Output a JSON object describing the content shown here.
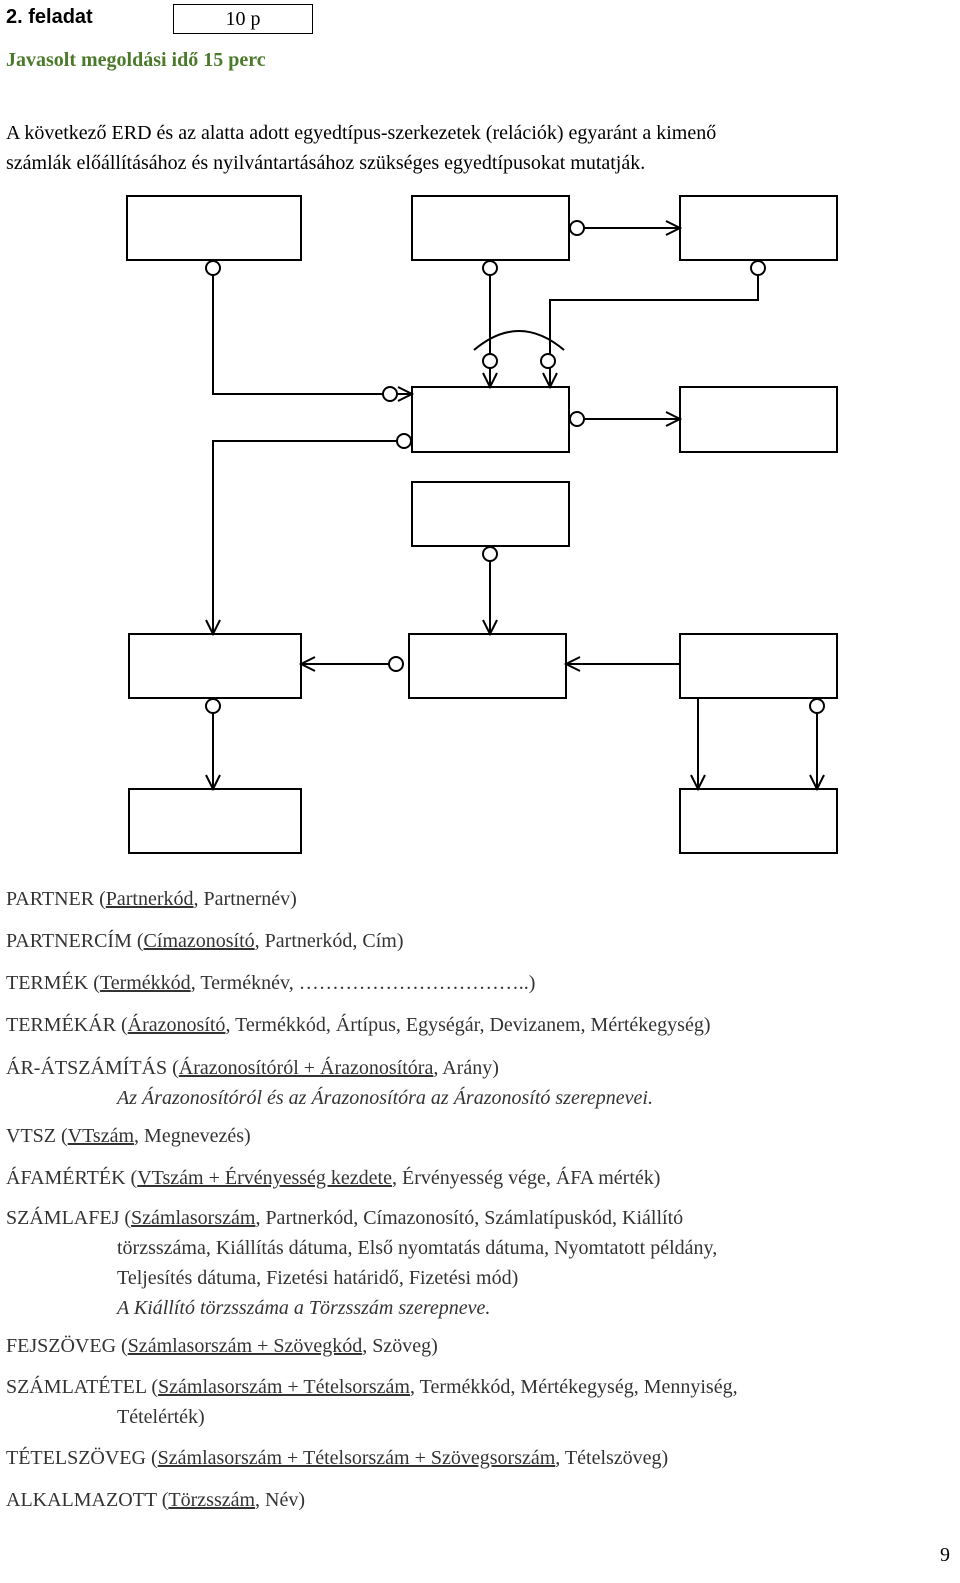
{
  "header": {
    "task_label": "2. feladat",
    "points": "10 p",
    "suggested_time": "Javasolt megoldási idő 15 perc"
  },
  "intro": {
    "line1": "A következő ERD és az alatta adott egyedtípus-szerkezetek (relációk) egyaránt a kimenő",
    "line2": "számlák előállításához és nyilvántartásához szükséges egyedtípusokat mutatják."
  },
  "relations": [
    {
      "name": "PARTNER",
      "keys": "Partnerkód",
      "rest": ", Partnernév)"
    },
    {
      "name": "PARTNERCÍM",
      "keys": "Címazonosító",
      "rest": ", Partnerkód, Cím)"
    },
    {
      "name": "TERMÉK",
      "keys": "Termékkód",
      "rest": ", Terméknév, ……………………………..)"
    },
    {
      "name": "TERMÉKÁR",
      "keys": "Árazonosító",
      "rest": ", Termékkód, Ártípus, Egységár, Devizanem, Mértékegység)"
    },
    {
      "name": "ÁR-ÁTSZÁMÍTÁS",
      "keys": "Árazonosítóról + Árazonosítóra",
      "rest": ", Arány)",
      "note": "Az Árazonosítóról és az Árazonosítóra az Árazonosító szerepnevei."
    },
    {
      "name": "VTSZ",
      "keys": "VTszám",
      "rest": ", Megnevezés)"
    },
    {
      "name": "ÁFAMÉRTÉK",
      "keys": "VTszám + Érvényesség kezdete",
      "rest": ", Érvényesség vége, ÁFA mérték)"
    },
    {
      "name": "SZÁMLAFEJ",
      "keys": "Számlasorszám",
      "rest": ", Partnerkód, Címazonosító, Számlatípuskód, Kiállító",
      "cont1": "törzsszáma, Kiállítás dátuma, Első nyomtatás dátuma, Nyomtatott példány,",
      "cont2": "Teljesítés dátuma, Fizetési határidő, Fizetési mód)",
      "note": "A Kiállító törzsszáma a Törzsszám szerepneve."
    },
    {
      "name": "FEJSZÖVEG",
      "keys": "Számlasorszám + Szövegkód",
      "rest": ", Szöveg)"
    },
    {
      "name": "SZÁMLATÉTEL",
      "keys": "Számlasorszám + Tételsorszám",
      "rest": ", Termékkód, Mértékegység, Mennyiség,",
      "cont1": "Tételérték)"
    },
    {
      "name": "TÉTELSZÖVEG",
      "keys": "Számlasorszám + Tételsorszám + Szövegsorszám",
      "rest": ", Tételszöveg)"
    },
    {
      "name": "ALKALMAZOTT",
      "keys": "Törzsszám",
      "rest": ", Név)"
    }
  ],
  "page_number": "9"
}
